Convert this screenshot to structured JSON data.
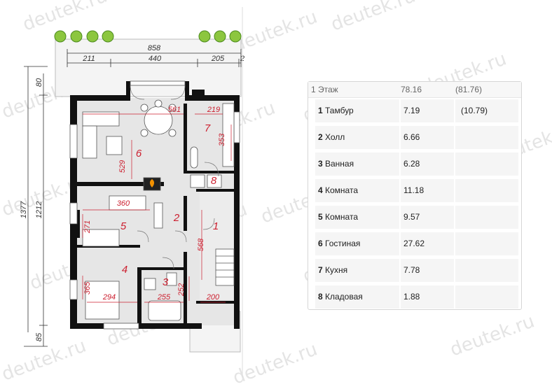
{
  "watermark": "deutek.ru",
  "plan": {
    "dim_total_width": "858",
    "dim_segments": [
      "211",
      "440",
      "205",
      "2"
    ],
    "dim_total_height": "1377",
    "dim_inner_height": "1212",
    "dim_top": "80",
    "dim_bottom": "85",
    "room_numbers": [
      "1",
      "2",
      "3",
      "4",
      "5",
      "6",
      "7",
      "8"
    ],
    "room_dims": [
      "561",
      "219",
      "353",
      "529",
      "360",
      "271",
      "568",
      "365",
      "294",
      "255",
      "252",
      "200"
    ]
  },
  "table": {
    "header": {
      "label": "1 Этаж",
      "area": "78.16",
      "total": "(81.76)"
    },
    "rows": [
      {
        "num": "1",
        "name": "Тамбур",
        "area": "7.19",
        "extra": "(10.79)"
      },
      {
        "num": "2",
        "name": "Холл",
        "area": "6.66",
        "extra": ""
      },
      {
        "num": "3",
        "name": "Ванная",
        "area": "6.28",
        "extra": ""
      },
      {
        "num": "4",
        "name": "Комната",
        "area": "11.18",
        "extra": ""
      },
      {
        "num": "5",
        "name": "Комната",
        "area": "9.57",
        "extra": ""
      },
      {
        "num": "6",
        "name": "Гостиная",
        "area": "27.62",
        "extra": ""
      },
      {
        "num": "7",
        "name": "Кухня",
        "area": "7.78",
        "extra": ""
      },
      {
        "num": "8",
        "name": "Кладовая",
        "area": "1.88",
        "extra": ""
      }
    ]
  },
  "colors": {
    "wall": "#111111",
    "floor": "#e6e6e6",
    "accent": "#cc1f2f",
    "dim_line": "#333333"
  }
}
